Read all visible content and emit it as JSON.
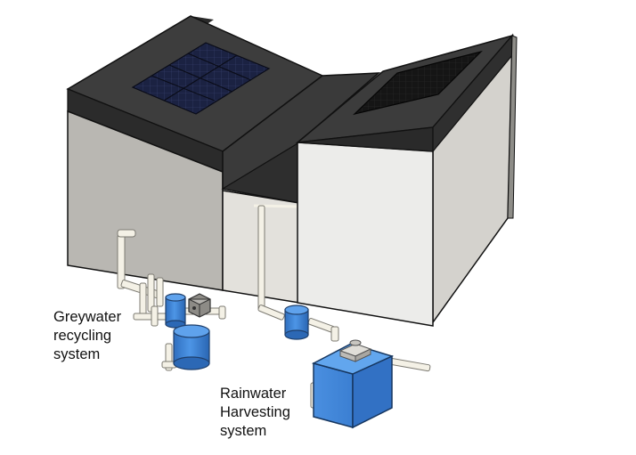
{
  "labels": {
    "greywater": [
      "Greywater",
      "recycling",
      "system"
    ],
    "rainwater": [
      "Rainwater",
      "Harvesting",
      "system"
    ]
  },
  "colors": {
    "roof": "#3a3a3a",
    "wall_left": "#b9b7b2",
    "wall_center": "#e3e1dc",
    "wall_right": "#ececea",
    "solar_panel": "#1b2242",
    "tank_blue": "#3f86d8",
    "pipe": "#f4f1e6"
  }
}
